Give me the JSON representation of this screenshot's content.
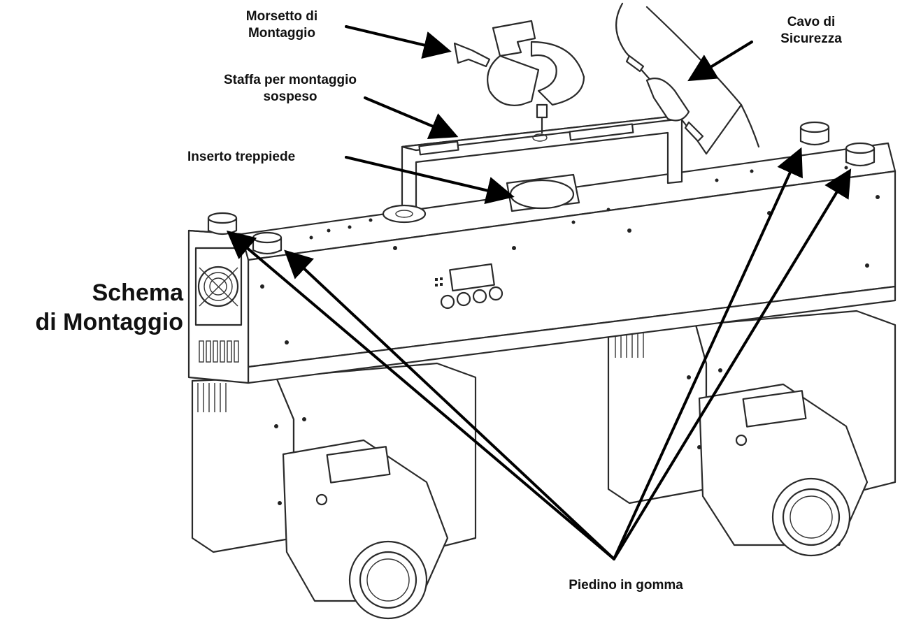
{
  "labels": {
    "morsetto_line1": "Morsetto di",
    "morsetto_line2": "Montaggio",
    "cavo_line1": "Cavo di",
    "cavo_line2": "Sicurezza",
    "staffa_line1": "Staffa per montaggio",
    "staffa_line2": "sospeso",
    "inserto": "Inserto treppiede",
    "schema_line1": "Schema",
    "schema_line2": "di Montaggio",
    "piedino": "Piedino in gomma"
  },
  "colors": {
    "line": "#2a2a2a",
    "arrow": "#000000",
    "background": "#ffffff"
  }
}
